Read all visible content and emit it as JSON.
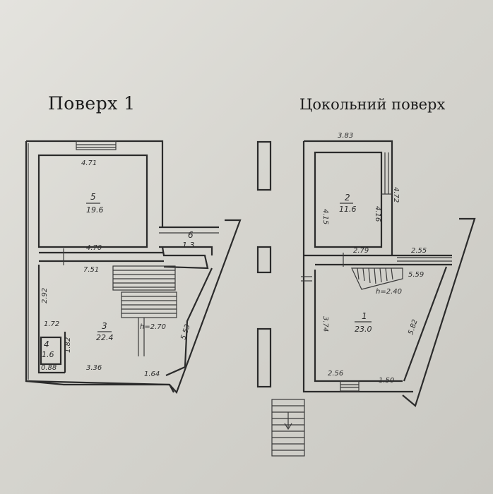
{
  "headings": {
    "floor1": "Поверх 1",
    "basement": "Цокольний поверх"
  },
  "floor1": {
    "rooms": [
      {
        "num": "5",
        "area": "19.6"
      },
      {
        "num": "6",
        "area": "1.3"
      },
      {
        "num": "3",
        "area": "22.4"
      },
      {
        "num": "4",
        "area": "1.6"
      }
    ],
    "dims": {
      "top_width": "4.71",
      "room5_bottom": "4.70",
      "room3_top": "7.51",
      "left_height": "2.92",
      "small_top": "1.72",
      "small_side": "1.82",
      "small_bottom": "0.88",
      "bottom_a": "3.36",
      "bottom_b": "1.64",
      "right_diag": "5.53",
      "height_mark": "h=2.70"
    }
  },
  "basement": {
    "rooms": [
      {
        "num": "2",
        "area": "11.6"
      },
      {
        "num": "1",
        "area": "23.0"
      }
    ],
    "dims": {
      "top_width": "3.83",
      "room2_left": "4.15",
      "room2_right": "4.16",
      "right_wing": "4.72",
      "room2_bottom": "2.79",
      "ledge": "2.55",
      "stair_len": "5.59",
      "height_mark": "h=2.40",
      "left_height": "3.74",
      "right_diag": "5.82",
      "bottom_a": "2.56",
      "bottom_b": "1.50"
    }
  }
}
